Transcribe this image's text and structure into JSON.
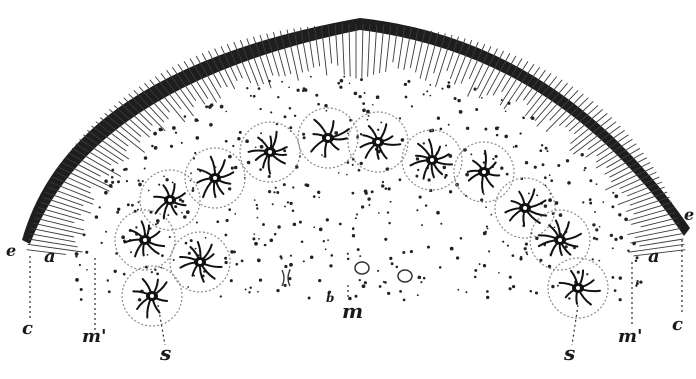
{
  "figure": {
    "labels": {
      "e": "e",
      "a_left": "a",
      "c_left": "c",
      "m_prime_left": "m'",
      "s_left": "s",
      "m_center": "m",
      "b_center": "b",
      "e_right": "e",
      "a_right": "a",
      "c_right": "c",
      "m_prime_right": "m'",
      "s_right": "s"
    },
    "colors": {
      "ink": "#1a1a1a",
      "cell_outline": "#8a8a8a",
      "background": "#ffffff"
    }
  }
}
